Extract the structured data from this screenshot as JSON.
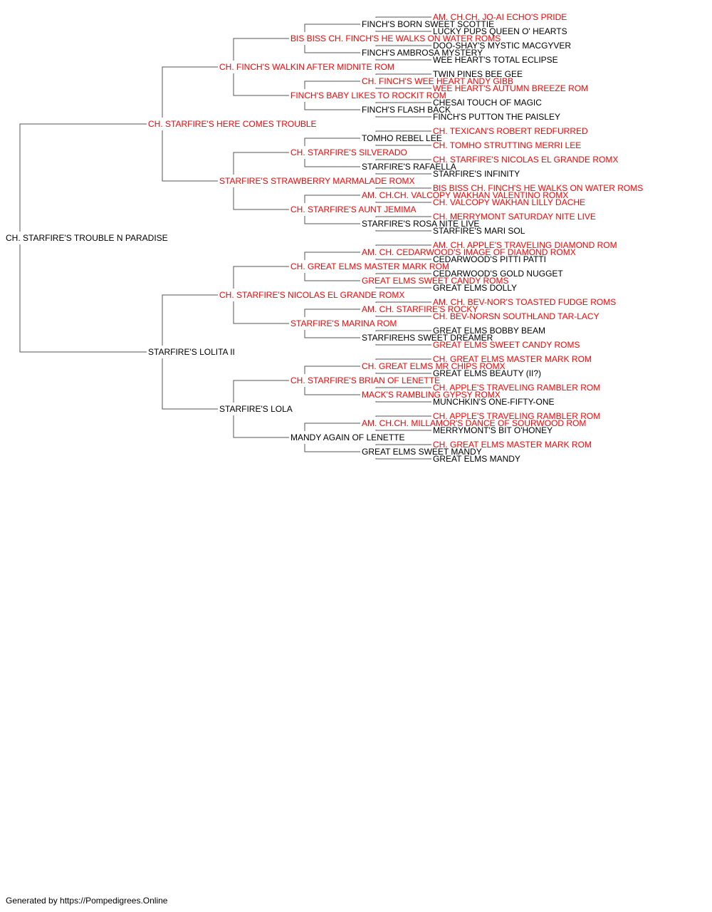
{
  "colors": {
    "champion": "#ff0000",
    "normal": "#000000",
    "line": "#555555"
  },
  "pedigree": {
    "name": "CH. STARFIRE'S TROUBLE N PARADISE",
    "ch": false,
    "sire": {
      "name": "CH. STARFIRE'S HERE COMES TROUBLE",
      "ch": true,
      "sire": {
        "name": "CH. FINCH'S WALKIN AFTER MIDNITE ROM",
        "ch": true,
        "sire": {
          "name": "BIS BISS CH. FINCH'S HE WALKS ON WATER ROMS",
          "ch": true,
          "sire": {
            "name": "FINCH'S BORN SWEET SCOTTIE",
            "ch": false,
            "sire": {
              "name": "AM. CH.CH. JO-AI ECHO'S PRIDE",
              "ch": true
            },
            "dam": {
              "name": "LUCKY PUPS QUEEN O' HEARTS",
              "ch": false
            }
          },
          "dam": {
            "name": "FINCH'S AMBROSA MYSTERY",
            "ch": false,
            "sire": {
              "name": "DOO-SHAY'S MYSTIC MACGYVER",
              "ch": false
            },
            "dam": {
              "name": "WEE HEART'S TOTAL ECLIPSE",
              "ch": false
            }
          }
        },
        "dam": {
          "name": "FINCH'S BABY LIKES TO ROCKIT ROM",
          "ch": true,
          "sire": {
            "name": "CH. FINCH'S WEE HEART ANDY GIBB",
            "ch": true,
            "sire": {
              "name": "TWIN PINES BEE GEE",
              "ch": false
            },
            "dam": {
              "name": "WEE HEART'S AUTUMN BREEZE ROM",
              "ch": true
            }
          },
          "dam": {
            "name": "FINCH'S FLASH BACK",
            "ch": false,
            "sire": {
              "name": "CHESAI TOUCH OF MAGIC",
              "ch": false
            },
            "dam": {
              "name": "FINCH'S PUTTON THE PAISLEY",
              "ch": false
            }
          }
        }
      },
      "dam": {
        "name": "STARFIRE'S STRAWBERRY MARMALADE ROMX",
        "ch": true,
        "sire": {
          "name": "CH. STARFIRE'S SILVERADO",
          "ch": true,
          "sire": {
            "name": "TOMHO REBEL LEE",
            "ch": false,
            "sire": {
              "name": "CH. TEXICAN'S ROBERT REDFURRED",
              "ch": true
            },
            "dam": {
              "name": "CH. TOMHO STRUTTING MERRI LEE",
              "ch": true
            }
          },
          "dam": {
            "name": "STARFIRE'S RAFAELLA",
            "ch": false,
            "sire": {
              "name": "CH. STARFIRE'S NICOLAS EL GRANDE ROMX",
              "ch": true
            },
            "dam": {
              "name": "STARFIRE'S INFINITY",
              "ch": false
            }
          }
        },
        "dam": {
          "name": "CH. STARFIRE'S AUNT JEMIMA",
          "ch": true,
          "sire": {
            "name": "AM. CH.CH. VALCOPY WAKHAN VALENTINO ROMX",
            "ch": true,
            "sire": {
              "name": "BIS BISS CH. FINCH'S HE WALKS ON WATER ROMS",
              "ch": true
            },
            "dam": {
              "name": "CH. VALCOPY WAKHAN LILLY DACHE",
              "ch": true
            }
          },
          "dam": {
            "name": "STARFIRE'S ROSA NITE LIVE",
            "ch": false,
            "sire": {
              "name": "CH. MERRYMONT SATURDAY NITE LIVE",
              "ch": true
            },
            "dam": {
              "name": "STARFIRE'S MARI SOL",
              "ch": false
            }
          }
        }
      }
    },
    "dam": {
      "name": "STARFIRE'S LOLITA II",
      "ch": false,
      "sire": {
        "name": "CH. STARFIRE'S NICOLAS EL GRANDE ROMX",
        "ch": true,
        "sire": {
          "name": "CH. GREAT ELMS MASTER MARK ROM",
          "ch": true,
          "sire": {
            "name": "AM. CH. CEDARWOOD'S IMAGE OF DIAMOND ROMX",
            "ch": true,
            "sire": {
              "name": "AM. CH. APPLE'S TRAVELING DIAMOND ROM",
              "ch": true
            },
            "dam": {
              "name": "CEDARWOOD'S PITTI PATTI",
              "ch": false
            }
          },
          "dam": {
            "name": "GREAT ELMS SWEET CANDY ROMS",
            "ch": true,
            "sire": {
              "name": "CEDARWOOD'S GOLD NUGGET",
              "ch": false
            },
            "dam": {
              "name": "GREAT ELMS DOLLY",
              "ch": false
            }
          }
        },
        "dam": {
          "name": "STARFIRE'S MARINA ROM",
          "ch": true,
          "sire": {
            "name": "AM. CH. STARFIRE'S ROCKY",
            "ch": true,
            "sire": {
              "name": "AM. CH. BEV-NOR'S TOASTED FUDGE ROMS",
              "ch": true
            },
            "dam": {
              "name": "CH. BEV-NORSN SOUTHLAND TAR-LACY",
              "ch": true
            }
          },
          "dam": {
            "name": "STARFIREHS SWEET DREAMER",
            "ch": false,
            "sire": {
              "name": "GREAT ELMS BOBBY BEAM",
              "ch": false
            },
            "dam": {
              "name": "GREAT ELMS SWEET CANDY ROMS",
              "ch": true
            }
          }
        }
      },
      "dam": {
        "name": "STARFIRE'S LOLA",
        "ch": false,
        "sire": {
          "name": "CH. STARFIRE'S BRIAN OF LENETTE",
          "ch": true,
          "sire": {
            "name": "CH. GREAT ELMS MR CHIPS ROMX",
            "ch": true,
            "sire": {
              "name": "CH. GREAT ELMS MASTER MARK ROM",
              "ch": true
            },
            "dam": {
              "name": "GREAT ELMS BEAUTY (II?)",
              "ch": false
            }
          },
          "dam": {
            "name": "MACK'S RAMBLING GYPSY ROMX",
            "ch": true,
            "sire": {
              "name": "CH. APPLE'S TRAVELING RAMBLER ROM",
              "ch": true
            },
            "dam": {
              "name": "MUNCHKIN'S ONE-FIFTY-ONE",
              "ch": false
            }
          }
        },
        "dam": {
          "name": "MANDY AGAIN OF LENETTE",
          "ch": false,
          "sire": {
            "name": "AM. CH.CH. MILLAMOR'S DANCE OF SOURWOOD ROM",
            "ch": true,
            "sire": {
              "name": "CH. APPLE'S TRAVELING RAMBLER ROM",
              "ch": true
            },
            "dam": {
              "name": "MERRYMONT'S BIT O'HONEY",
              "ch": false
            }
          },
          "dam": {
            "name": "GREAT ELMS SWEET MANDY",
            "ch": false,
            "sire": {
              "name": "CH. GREAT ELMS MASTER MARK ROM",
              "ch": true
            },
            "dam": {
              "name": "GREAT ELMS MANDY",
              "ch": false
            }
          }
        }
      }
    }
  },
  "footer": "Generated by https://Pompedigrees.Online"
}
